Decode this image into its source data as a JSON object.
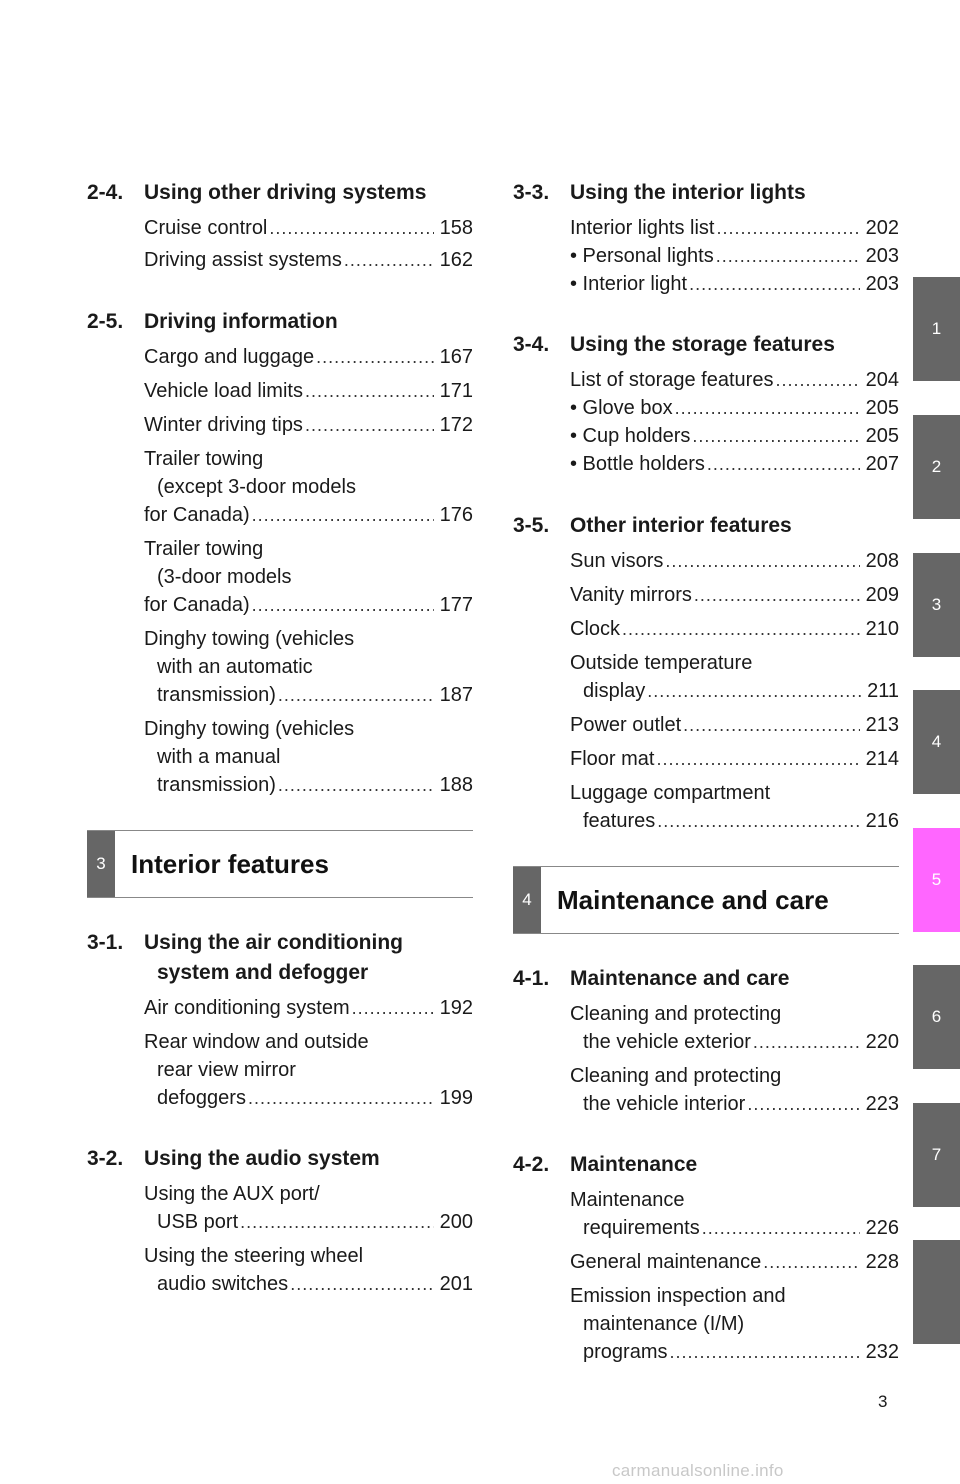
{
  "left_column": {
    "sections": [
      {
        "number": "2-4.",
        "title": "Using other driving systems",
        "title_cont": "",
        "entries": [
          {
            "lines": [
              "Cruise control"
            ],
            "page": "158"
          },
          {
            "lines": [
              "Driving assist systems"
            ],
            "page": "162"
          }
        ]
      },
      {
        "number": "2-5.",
        "title": "Driving information",
        "title_cont": "",
        "entries": [
          {
            "lines": [
              "Cargo and luggage"
            ],
            "page": "167"
          },
          {
            "lines": [
              "Vehicle load limits"
            ],
            "page": "171"
          },
          {
            "lines": [
              "Winter driving tips"
            ],
            "page": "172"
          },
          {
            "lines": [
              "Trailer towing",
              "(except 3-door models",
              "for Canada)"
            ],
            "page": "176"
          },
          {
            "lines": [
              "Trailer towing",
              "(3-door models",
              "for Canada)"
            ],
            "page": "177"
          },
          {
            "lines": [
              "Dinghy towing (vehicles",
              "with an automatic",
              "transmission)"
            ],
            "page": "187"
          },
          {
            "lines": [
              "Dinghy towing (vehicles",
              "with a manual",
              "transmission)"
            ],
            "page": "188"
          }
        ]
      },
      {
        "number": "3-1.",
        "title": "Using the air conditioning",
        "title_cont": "system and defogger",
        "entries": [
          {
            "lines": [
              "Air conditioning system"
            ],
            "page": "192"
          },
          {
            "lines": [
              "Rear window and outside",
              "rear view mirror",
              "defoggers"
            ],
            "page": "199"
          }
        ]
      },
      {
        "number": "3-2.",
        "title": "Using the audio system",
        "title_cont": "",
        "entries": [
          {
            "lines": [
              "Using the AUX port/",
              "USB port"
            ],
            "page": "200"
          },
          {
            "lines": [
              "Using the steering wheel",
              "audio switches"
            ],
            "page": "201"
          }
        ]
      }
    ],
    "banner": {
      "number": "3",
      "title": "Interior features"
    }
  },
  "right_column": {
    "sections": [
      {
        "number": "3-3.",
        "title": "Using the interior lights",
        "title_cont": "",
        "entries": [
          {
            "lines": [
              "Interior lights list"
            ],
            "page": "202"
          },
          {
            "lines": [
              "• Personal lights"
            ],
            "page": "203"
          },
          {
            "lines": [
              "• Interior light"
            ],
            "page": "203"
          }
        ]
      },
      {
        "number": "3-4.",
        "title": "Using the storage features",
        "title_cont": "",
        "entries": [
          {
            "lines": [
              "List of storage features"
            ],
            "page": "204"
          },
          {
            "lines": [
              "• Glove box"
            ],
            "page": "205"
          },
          {
            "lines": [
              "• Cup holders"
            ],
            "page": "205"
          },
          {
            "lines": [
              "• Bottle holders"
            ],
            "page": "207"
          }
        ]
      },
      {
        "number": "3-5.",
        "title": "Other interior features",
        "title_cont": "",
        "entries": [
          {
            "lines": [
              "Sun visors"
            ],
            "page": "208"
          },
          {
            "lines": [
              "Vanity mirrors"
            ],
            "page": "209"
          },
          {
            "lines": [
              "Clock"
            ],
            "page": "210"
          },
          {
            "lines": [
              "Outside temperature",
              "display"
            ],
            "page": "211"
          },
          {
            "lines": [
              "Power outlet"
            ],
            "page": "213"
          },
          {
            "lines": [
              "Floor mat"
            ],
            "page": "214"
          },
          {
            "lines": [
              "Luggage compartment",
              "features"
            ],
            "page": "216"
          }
        ]
      },
      {
        "number": "4-1.",
        "title": "Maintenance and care",
        "title_cont": "",
        "entries": [
          {
            "lines": [
              "Cleaning and protecting",
              "the vehicle exterior"
            ],
            "page": "220"
          },
          {
            "lines": [
              "Cleaning and protecting",
              "the vehicle interior"
            ],
            "page": "223"
          }
        ]
      },
      {
        "number": "4-2.",
        "title": "Maintenance",
        "title_cont": "",
        "entries": [
          {
            "lines": [
              "Maintenance",
              "requirements"
            ],
            "page": "226"
          },
          {
            "lines": [
              "General maintenance"
            ],
            "page": "228"
          },
          {
            "lines": [
              "Emission inspection and",
              "maintenance (I/M)",
              "programs"
            ],
            "page": "232"
          }
        ]
      }
    ],
    "banner": {
      "number": "4",
      "title": "Maintenance and care"
    }
  },
  "side_tabs": {
    "items": [
      "1",
      "2",
      "3",
      "4",
      "5",
      "6",
      "7",
      ""
    ],
    "active_index": 4,
    "tab_color": "#666666",
    "active_color": "#ff66ff"
  },
  "page_number": "3",
  "watermark": "carmanualsonline.info"
}
